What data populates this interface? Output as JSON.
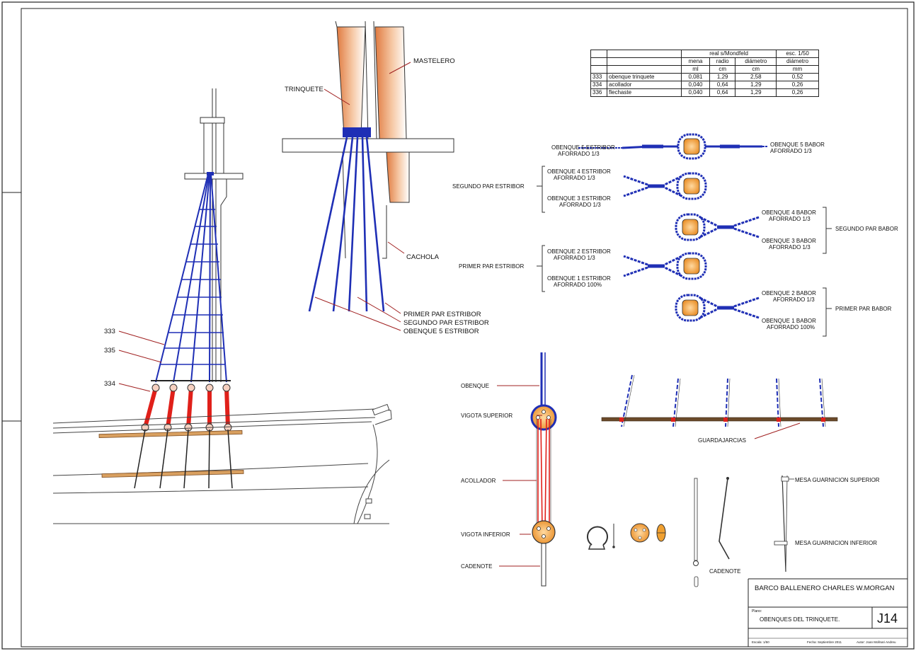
{
  "table": {
    "header_group": [
      "real s/Mondfeld",
      "esc. 1/50"
    ],
    "columns": [
      "mena",
      "radio",
      "diámetro",
      "diámetro"
    ],
    "units": [
      "ml",
      "cm",
      "cm",
      "mm"
    ],
    "rows": [
      {
        "num": "333",
        "name": "obenque trinquete",
        "mena": "0,081",
        "radio": "1,29",
        "diam": "2,58",
        "diam_mm": "0,52"
      },
      {
        "num": "334",
        "name": "acollador",
        "mena": "0,040",
        "radio": "0,64",
        "diam": "1,29",
        "diam_mm": "0,26"
      },
      {
        "num": "336",
        "name": "flechaste",
        "mena": "0,040",
        "radio": "0,64",
        "diam": "1,29",
        "diam_mm": "0,26"
      }
    ]
  },
  "labels": {
    "trinquete": "TRINQUETE",
    "mastelero": "MASTELERO",
    "cachola": "CACHOLA",
    "primer_par_estribor_top": "PRIMER PAR ESTRIBOR",
    "segundo_par_estribor_top": "SEGUNDO PAR ESTRIBOR",
    "obenque5_estribor_top": "OBENQUE 5 ESTRIBOR",
    "n333": "333",
    "n335": "335",
    "n334": "334",
    "ob5_estribor": "OBENQUE 5 ESTRIBOR",
    "ob5_estribor_afo": "AFORRADO 1/3",
    "ob5_babor": "OBENQUE 5 BABOR",
    "ob5_babor_afo": "AFORRADO 1/3",
    "segundo_par_estribor": "SEGUNDO PAR ESTRIBOR",
    "ob4_estribor": "OBENQUE 4 ESTRIBOR",
    "ob4_estribor_afo": "AFORRADO 1/3",
    "ob3_estribor": "OBENQUE 3 ESTRIBOR",
    "ob3_estribor_afo": "AFORRADO 1/3",
    "ob4_babor": "OBENQUE 4 BABOR",
    "ob4_babor_afo": "AFORRADO 1/3",
    "ob3_babor": "OBENQUE 3 BABOR",
    "ob3_babor_afo": "AFORRADO 1/3",
    "segundo_par_babor": "SEGUNDO PAR BABOR",
    "primer_par_estribor": "PRIMER PAR ESTRIBOR",
    "ob2_estribor": "OBENQUE 2 ESTRIBOR",
    "ob2_estribor_afo": "AFORRADO 1/3",
    "ob1_estribor": "OBENQUE 1 ESTRIBOR",
    "ob1_estribor_afo": "AFORRADO 100%",
    "ob2_babor": "OBENQUE 2 BABOR",
    "ob2_babor_afo": "AFORRADO 1/3",
    "ob1_babor": "OBENQUE 1 BABOR",
    "ob1_babor_afo": "AFORRADO 100%",
    "primer_par_babor": "PRIMER PAR BABOR",
    "obenque": "OBENQUE",
    "vigota_superior": "VIGOTA SUPERIOR",
    "acollador": "ACOLLADOR",
    "vigota_inferior": "VIGOTA INFERIOR",
    "cadenote": "CADENOTE",
    "cadenote2": "CADENOTE",
    "guardajarcias": "GUARDAJARCIAS",
    "mesa_sup": "MESA GUARNICION SUPERIOR",
    "mesa_inf": "MESA GUARNICION INFERIOR"
  },
  "title_block": {
    "ship": "BARCO BALLENERO CHARLES W.MORGAN",
    "plano_label": "Plano:",
    "plano": "OBENQUES DEL TRINQUETE.",
    "sheet": "J14",
    "escala": "Escala: 1/50",
    "fecha": "Fecha: Septiembre 2011",
    "autor": "Autor: Joan Mollnari Andreu"
  },
  "colors": {
    "rope_blue": "#1f2fb5",
    "lanyard_red": "#e0201a",
    "mast_orange": "#e89a6a",
    "deadeye_orange": "#f0a030",
    "plank_brown": "#6b4a2a",
    "channel_wood": "#d9a060"
  }
}
